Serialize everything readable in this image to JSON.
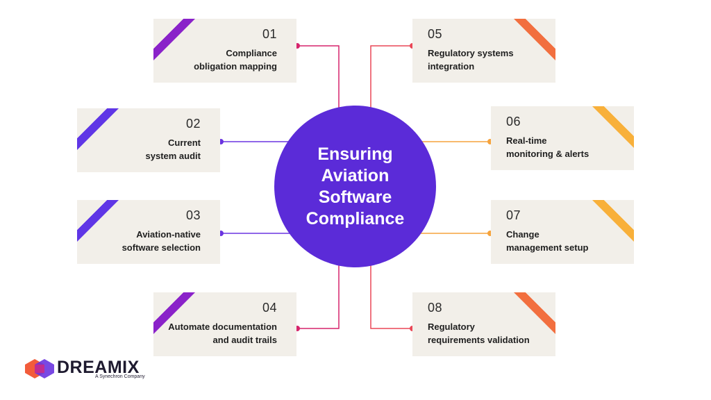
{
  "center": {
    "title_lines": [
      "Ensuring",
      "Aviation",
      "Software",
      "Compliance"
    ],
    "color": "#5b2bd8"
  },
  "steps": [
    {
      "num": "01",
      "lines": [
        "Compliance",
        "obligation mapping"
      ],
      "accent": "#8a22c9"
    },
    {
      "num": "02",
      "lines": [
        "Current",
        "system audit"
      ],
      "accent": "#5f36e6"
    },
    {
      "num": "03",
      "lines": [
        "Aviation-native",
        "software selection"
      ],
      "accent": "#5f36e6"
    },
    {
      "num": "04",
      "lines": [
        "Automate documentation",
        "and audit trails"
      ],
      "accent": "#8a22c9"
    },
    {
      "num": "05",
      "lines": [
        "Regulatory systems",
        "integration"
      ],
      "accent": "#f26f3f"
    },
    {
      "num": "06",
      "lines": [
        "Real-time",
        "monitoring & alerts"
      ],
      "accent": "#f8b03a"
    },
    {
      "num": "07",
      "lines": [
        "Change",
        "management setup"
      ],
      "accent": "#f8b03a"
    },
    {
      "num": "08",
      "lines": [
        "Regulatory",
        "requirements validation"
      ],
      "accent": "#f26f3f"
    }
  ],
  "connector_colors": {
    "01": "#d6246c",
    "02": "#6a34e0",
    "03": "#6a34e0",
    "04": "#d6246c",
    "05": "#ea4756",
    "06": "#f6a33c",
    "07": "#f6a33c",
    "08": "#ea4756"
  },
  "logo": {
    "wordmark": "DREAMIX",
    "tagline": "A Synechron Company",
    "colors": [
      "#f25c3b",
      "#c42b8f",
      "#6a34e0"
    ]
  }
}
